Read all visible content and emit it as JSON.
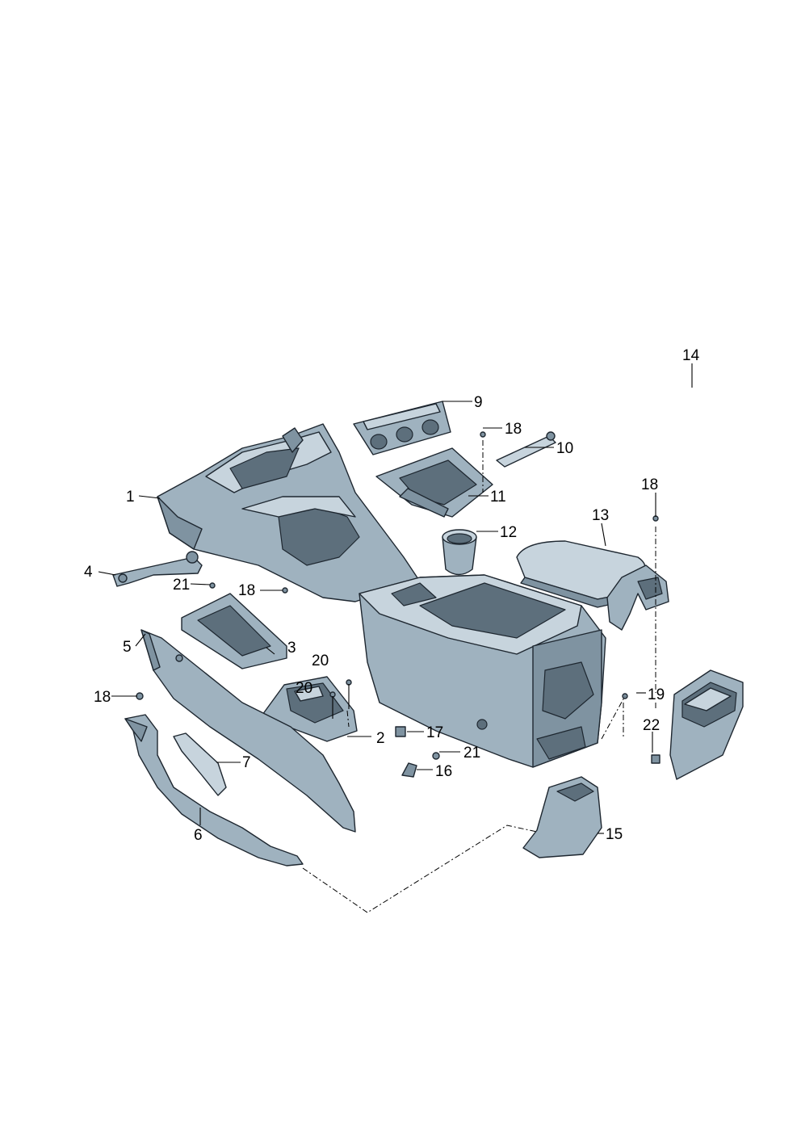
{
  "callouts": {
    "c1": "1",
    "c2": "2",
    "c3": "3",
    "c4": "4",
    "c5": "5",
    "c6": "6",
    "c7": "7",
    "c9": "9",
    "c10": "10",
    "c11": "11",
    "c12": "12",
    "c13": "13",
    "c14": "14",
    "c15": "15",
    "c16": "16",
    "c17": "17",
    "c18a": "18",
    "c18b": "18",
    "c18c": "18",
    "c18d": "18",
    "c19": "19",
    "c20a": "20",
    "c20b": "20",
    "c21a": "21",
    "c21b": "21",
    "c22": "22"
  },
  "colors": {
    "part_fill": "#9fb2bf",
    "part_shadow": "#7f93a1",
    "part_highlight": "#c7d4dd",
    "outline": "#1e2730"
  }
}
